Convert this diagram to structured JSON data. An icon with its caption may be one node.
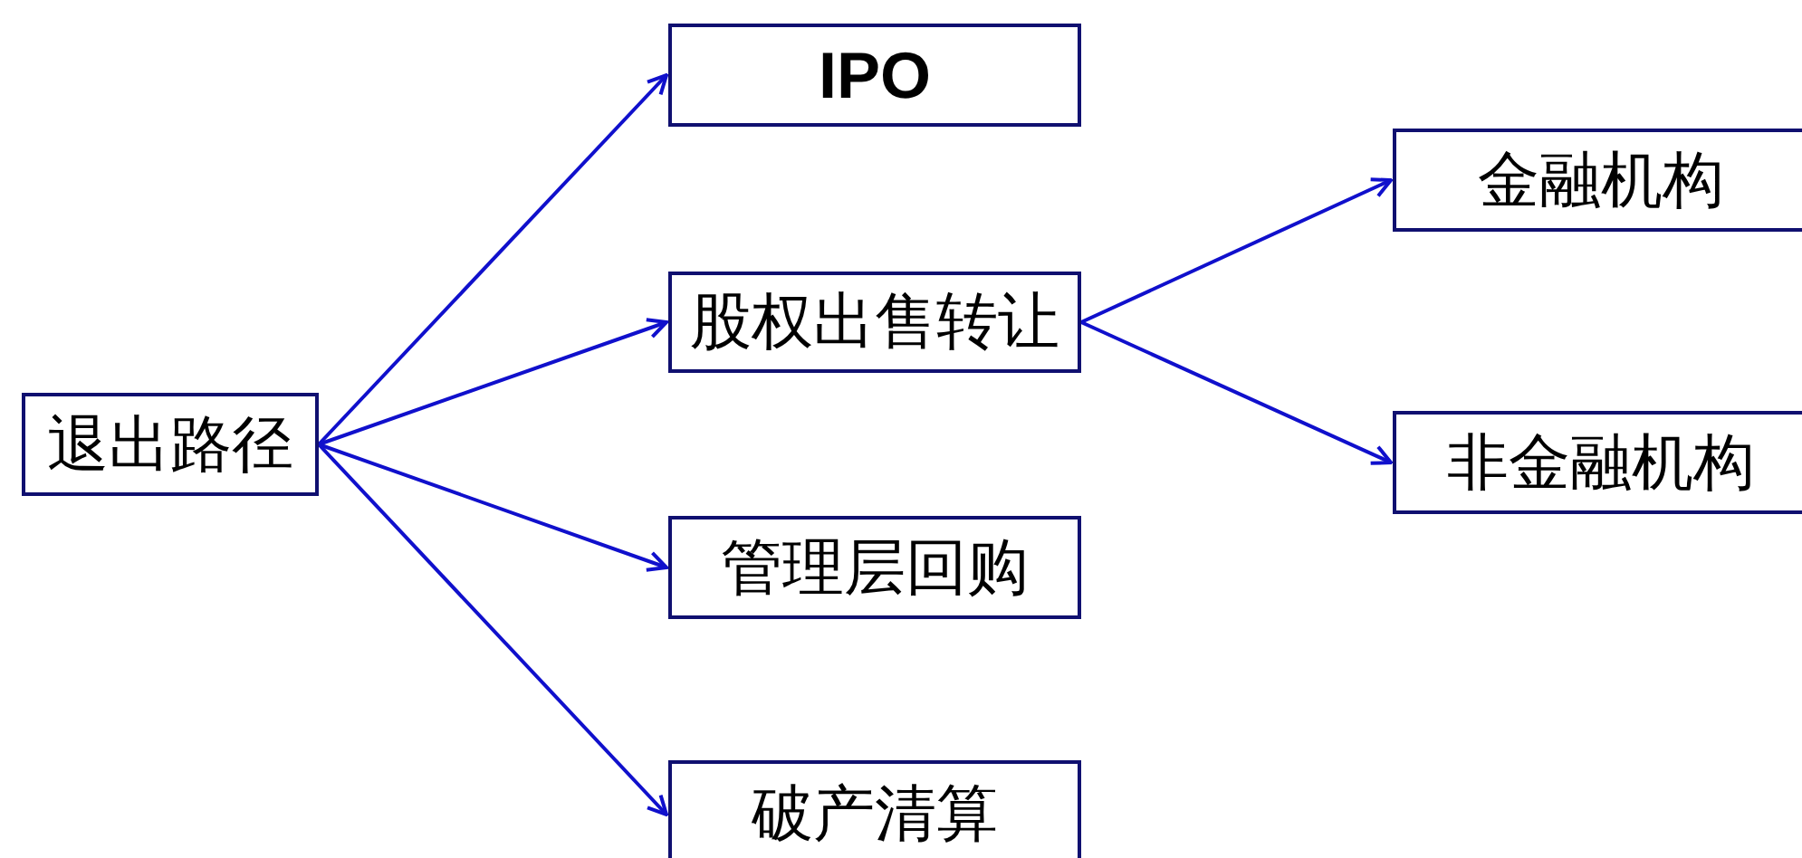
{
  "diagram": {
    "nodes": [
      {
        "text": [
          "退出路径"
        ]
      },
      {
        "text": [
          "IPO"
        ]
      },
      {
        "text": [
          "股权出售转让"
        ]
      },
      {
        "text": [
          "管理层回购"
        ]
      },
      {
        "text": [
          "破产清算"
        ]
      },
      {
        "text": [
          "金融机构"
        ]
      },
      {
        "text": [
          "非金融机构"
        ]
      }
    ],
    "edges": [
      {
        "from": 0,
        "to": 1,
        "arrow": "to"
      },
      {
        "from": 0,
        "to": 2,
        "arrow": "to"
      },
      {
        "from": 0,
        "to": 3,
        "arrow": "to"
      },
      {
        "from": 0,
        "to": 4,
        "arrow": "to"
      },
      {
        "from": 2,
        "to": 5,
        "arrow": "to"
      },
      {
        "from": 2,
        "to": 6,
        "arrow": "to"
      }
    ]
  }
}
